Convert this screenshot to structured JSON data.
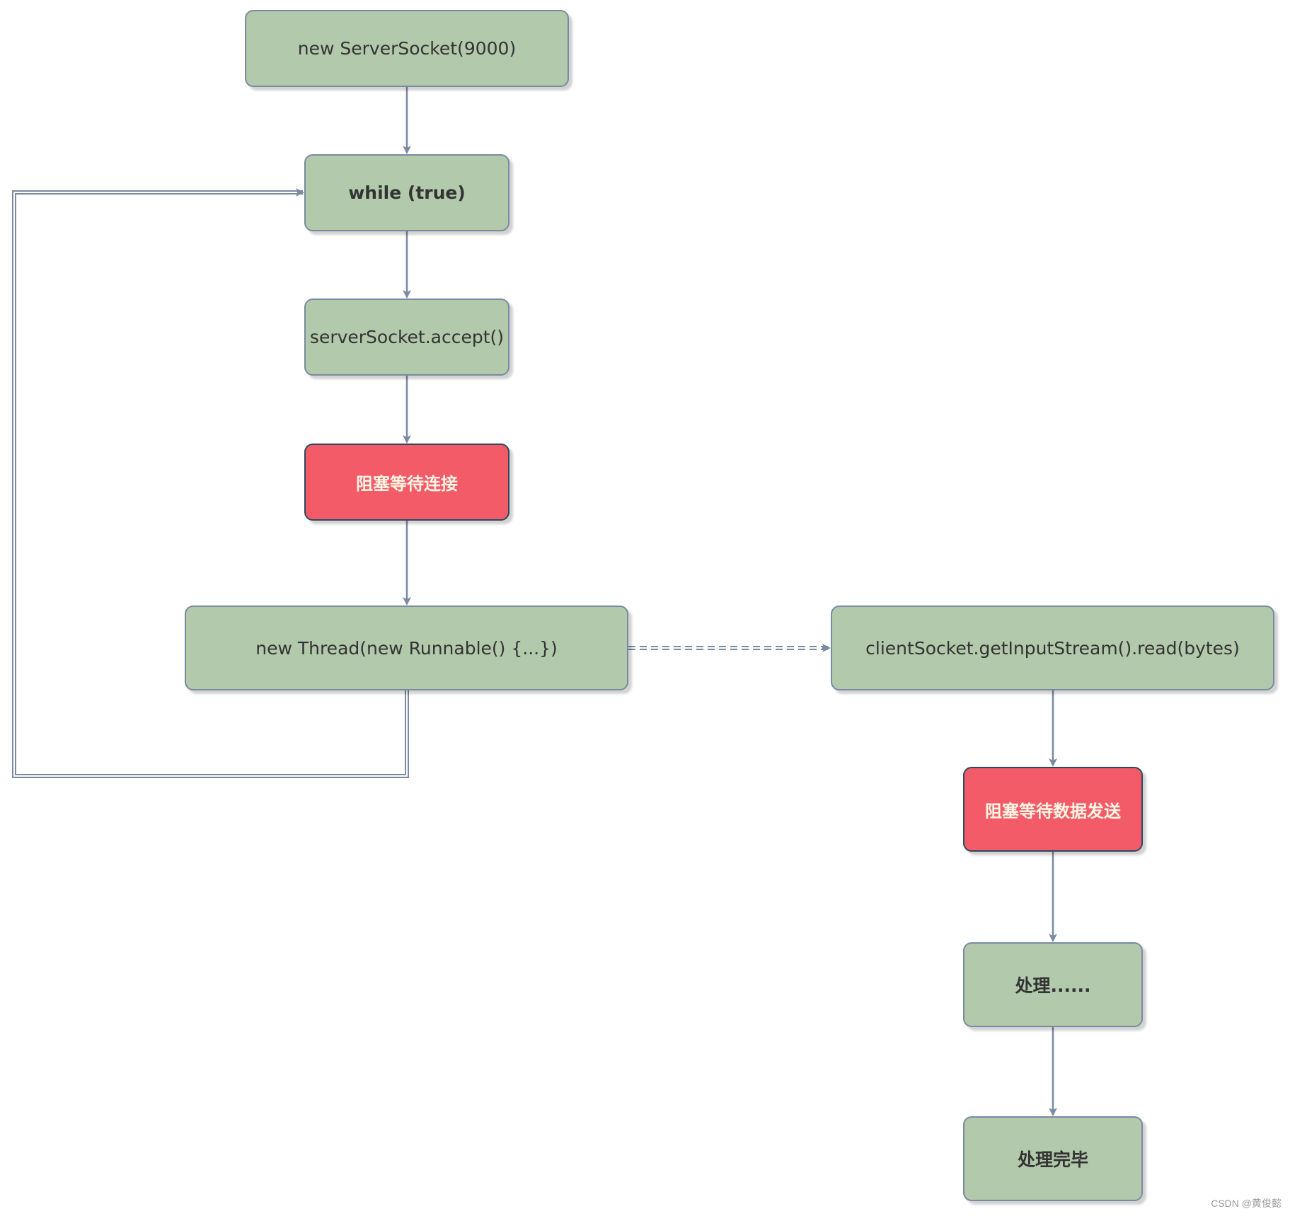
{
  "nodes": {
    "server_socket": "new ServerSocket(9000)",
    "while_loop": "while (true)",
    "accept": "serverSocket.accept()",
    "block_wait_connection": "阻塞等待连接",
    "new_thread": "new Thread(new Runnable() {...})",
    "client_read": "clientSocket.getInputStream().read(bytes)",
    "block_wait_data": "阻塞等待数据发送",
    "processing": "处理......",
    "processing_done": "处理完毕"
  },
  "watermark": "CSDN @黄俊懿",
  "colors": {
    "process_fill": "#b2c9ab",
    "blocking_fill": "#f45b69",
    "connector": "#7a8aa0",
    "node_border": "#7a8aa0"
  }
}
